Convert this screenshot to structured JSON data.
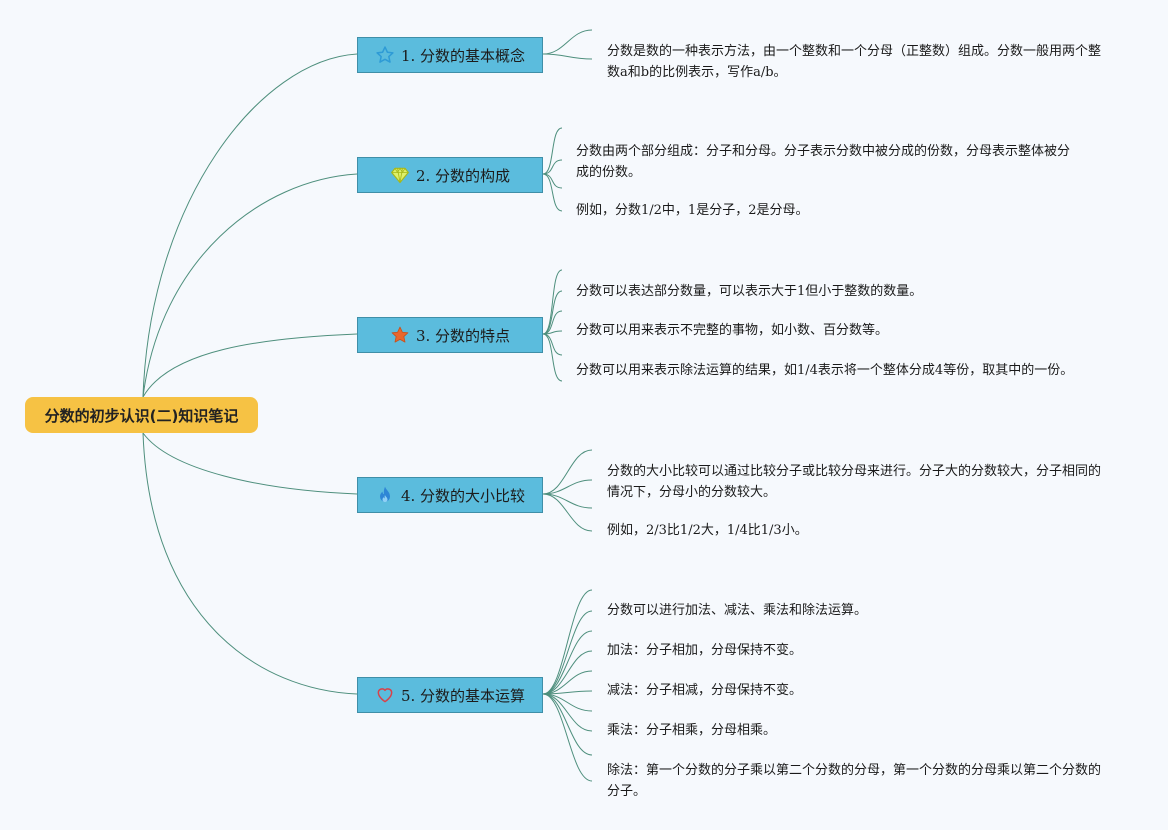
{
  "root": {
    "title": "分数的初步认识(二)知识笔记"
  },
  "branches": [
    {
      "label": "1. 分数的基本概念",
      "icon": "star-outline-icon",
      "color": "#2e9bd6",
      "items": [
        "分数是数的一种表示方法，由一个整数和一个分母（正整数）组成。分数一般用两个整数a和b的比例表示，写作a/b。"
      ]
    },
    {
      "label": "2. 分数的构成",
      "icon": "diamond-icon",
      "color": "#c7d92b",
      "items": [
        "分数由两个部分组成：分子和分母。分子表示分数中被分成的份数，分母表示整体被分成的份数。",
        "例如，分数1/2中，1是分子，2是分母。"
      ]
    },
    {
      "label": "3. 分数的特点",
      "icon": "star-filled-icon",
      "color": "#e8672d",
      "items": [
        "分数可以表达部分数量，可以表示大于1但小于整数的数量。",
        "分数可以用来表示不完整的事物，如小数、百分数等。",
        "分数可以用来表示除法运算的结果，如1/4表示将一个整体分成4等份，取其中的一份。"
      ]
    },
    {
      "label": "4. 分数的大小比较",
      "icon": "flame-icon",
      "color": "#2e86d6",
      "items": [
        "分数的大小比较可以通过比较分子或比较分母来进行。分子大的分数较大，分子相同的情况下，分母小的分数较大。",
        "例如，2/3比1/2大，1/4比1/3小。"
      ]
    },
    {
      "label": "5. 分数的基本运算",
      "icon": "heart-outline-icon",
      "color": "#d9424a",
      "items": [
        "分数可以进行加法、减法、乘法和除法运算。",
        "加法：分子相加，分母保持不变。",
        "减法：分子相减，分母保持不变。",
        "乘法：分子相乘，分母相乘。",
        "除法：第一个分数的分子乘以第二个分数的分母，第一个分数的分母乘以第二个分数的分子。"
      ]
    }
  ]
}
